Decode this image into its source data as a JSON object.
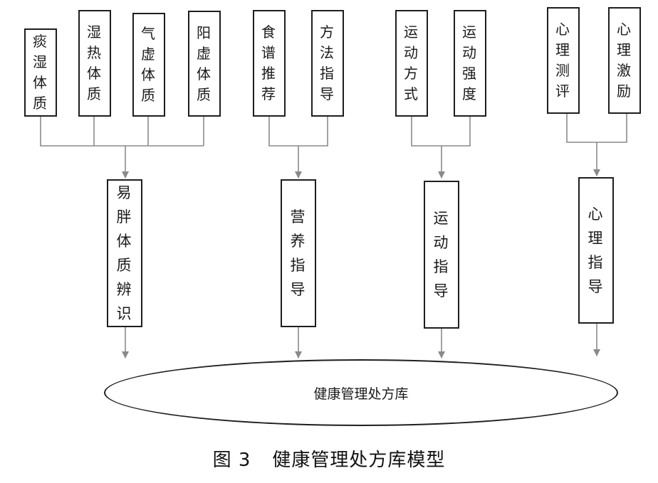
{
  "groups": {
    "constitution": {
      "top": [
        "痰湿体质",
        "湿热体质",
        "气虚体质",
        "阳虚体质"
      ],
      "mid": "易胖体质辨识"
    },
    "nutrition": {
      "top": [
        "食谱推荐",
        "方法指导"
      ],
      "mid": "营养指导"
    },
    "exercise": {
      "top": [
        "运动方式",
        "运动强度"
      ],
      "mid": "运动指导"
    },
    "psychology": {
      "top": [
        "心理测评",
        "心理激励"
      ],
      "mid": "心理指导"
    }
  },
  "library": {
    "label": "健康管理处方库"
  },
  "caption": {
    "number": "图 3",
    "title": "健康管理处方库模型"
  },
  "colors": {
    "line": "#1e1e1e",
    "arrow": "#8a8a8a"
  }
}
